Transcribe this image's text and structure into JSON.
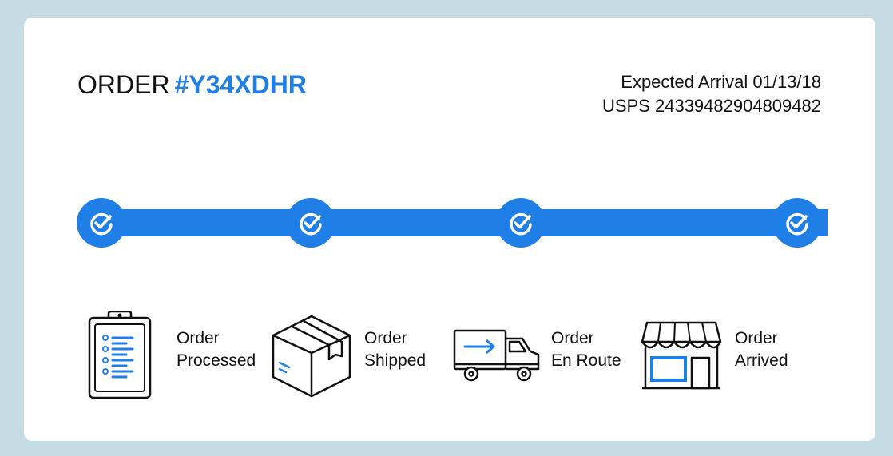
{
  "order": {
    "prefix": "ORDER",
    "id": "#Y34XDHR"
  },
  "shipping": {
    "expected_label": "Expected Arrival",
    "expected_date": "01/13/18",
    "carrier": "USPS",
    "tracking_number": "24339482904809482"
  },
  "colors": {
    "accent": "#1f7fe6",
    "background": "#c5dbe4",
    "card": "#ffffff"
  },
  "progress": {
    "completed_steps": 4,
    "total_steps": 4
  },
  "steps": [
    {
      "line1": "Order",
      "line2": "Processed",
      "icon": "clipboard-checklist-icon"
    },
    {
      "line1": "Order",
      "line2": "Shipped",
      "icon": "package-box-icon"
    },
    {
      "line1": "Order",
      "line2": "En Route",
      "icon": "delivery-truck-icon"
    },
    {
      "line1": "Order",
      "line2": "Arrived",
      "icon": "storefront-icon"
    }
  ]
}
